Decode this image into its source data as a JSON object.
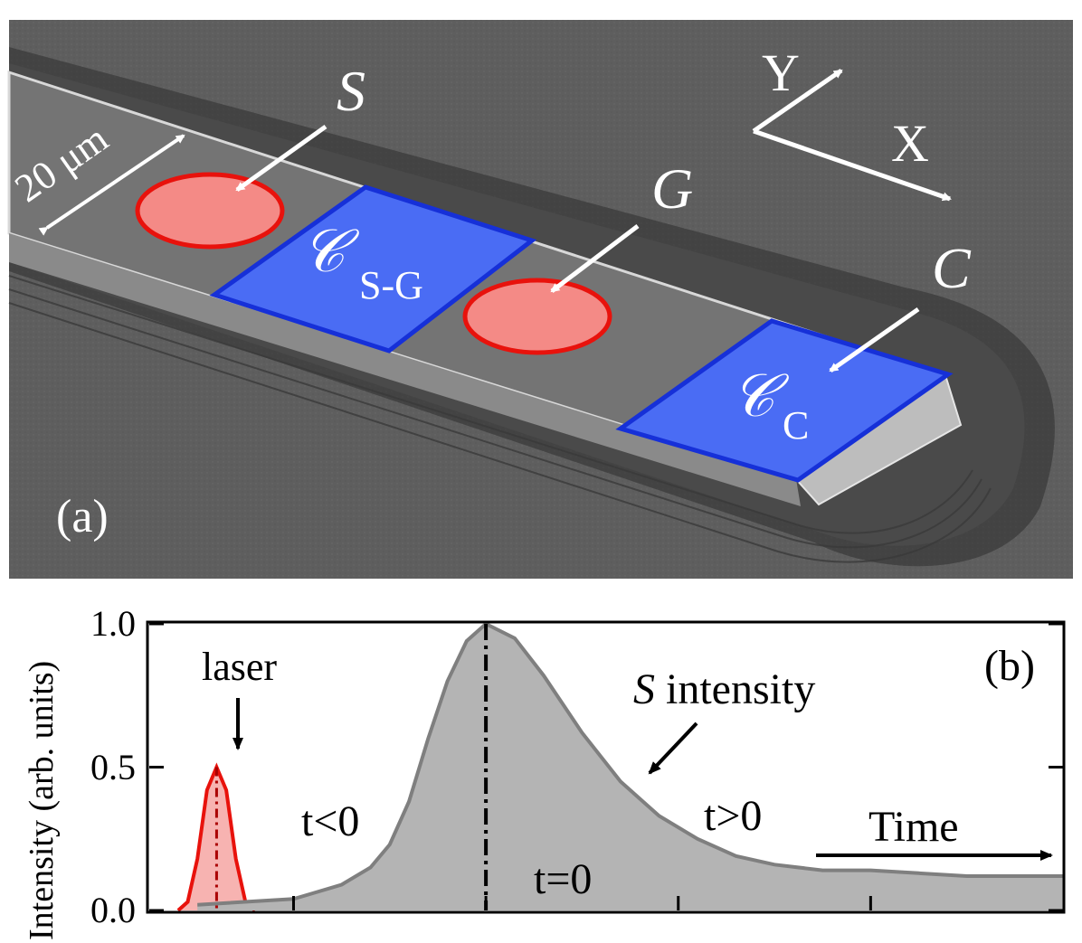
{
  "panel_a": {
    "label": "(a)",
    "scale_label": "20 μm",
    "axis_y": "Y",
    "axis_x": "X",
    "spot_s": "S",
    "spot_g": "G",
    "spot_c": "C",
    "region_sg_symbol": "𝒞",
    "region_sg_sub": "S-G",
    "region_c_symbol": "𝒞",
    "region_c_sub": "C",
    "colors": {
      "spot_fill": "#f48a86",
      "spot_stroke": "#e8120c",
      "region_fill": "#4a6cf4",
      "region_stroke": "#1630d8",
      "background": "#5c5c5c"
    }
  },
  "panel_b": {
    "label": "(b)",
    "laser_label": "laser",
    "signal_label_italic": "S",
    "signal_label_rest": " intensity",
    "t_neg": "t<0",
    "t_zero": "t=0",
    "t_pos": "t>0",
    "time_label": "Time",
    "ylabel": "Intensity (arb. units)",
    "yticks": [
      "0.0",
      "0.5",
      "1.0"
    ]
  },
  "chart_data": {
    "type": "area",
    "ylabel": "Intensity (arb. units)",
    "ylim": [
      0,
      1.0
    ],
    "ytick_values": [
      0.0,
      0.5,
      1.0
    ],
    "x_tick_labels": [],
    "series": [
      {
        "name": "laser",
        "x": [
          -3.2,
          -3.1,
          -3.0,
          -2.9,
          -2.8,
          -2.7,
          -2.6,
          -2.5,
          -2.4
        ],
        "values": [
          0.0,
          0.03,
          0.18,
          0.42,
          0.5,
          0.42,
          0.18,
          0.03,
          0.0
        ],
        "color": "#e8120c"
      },
      {
        "name": "S intensity",
        "x": [
          -3.0,
          -2.0,
          -1.8,
          -1.5,
          -1.2,
          -1.0,
          -0.8,
          -0.6,
          -0.4,
          -0.2,
          0.0,
          0.3,
          0.6,
          1.0,
          1.4,
          1.8,
          2.2,
          2.6,
          3.0,
          3.5,
          4.0,
          4.5,
          5.0,
          5.5,
          6.0
        ],
        "values": [
          0.02,
          0.04,
          0.06,
          0.09,
          0.15,
          0.23,
          0.38,
          0.6,
          0.8,
          0.94,
          1.0,
          0.95,
          0.82,
          0.62,
          0.45,
          0.33,
          0.25,
          0.19,
          0.16,
          0.14,
          0.14,
          0.13,
          0.12,
          0.12,
          0.12
        ],
        "color": "#7f7f7f"
      }
    ],
    "markers": {
      "t_zero_line_x": 0.0,
      "laser_line_x": -2.8
    },
    "grid": false
  }
}
